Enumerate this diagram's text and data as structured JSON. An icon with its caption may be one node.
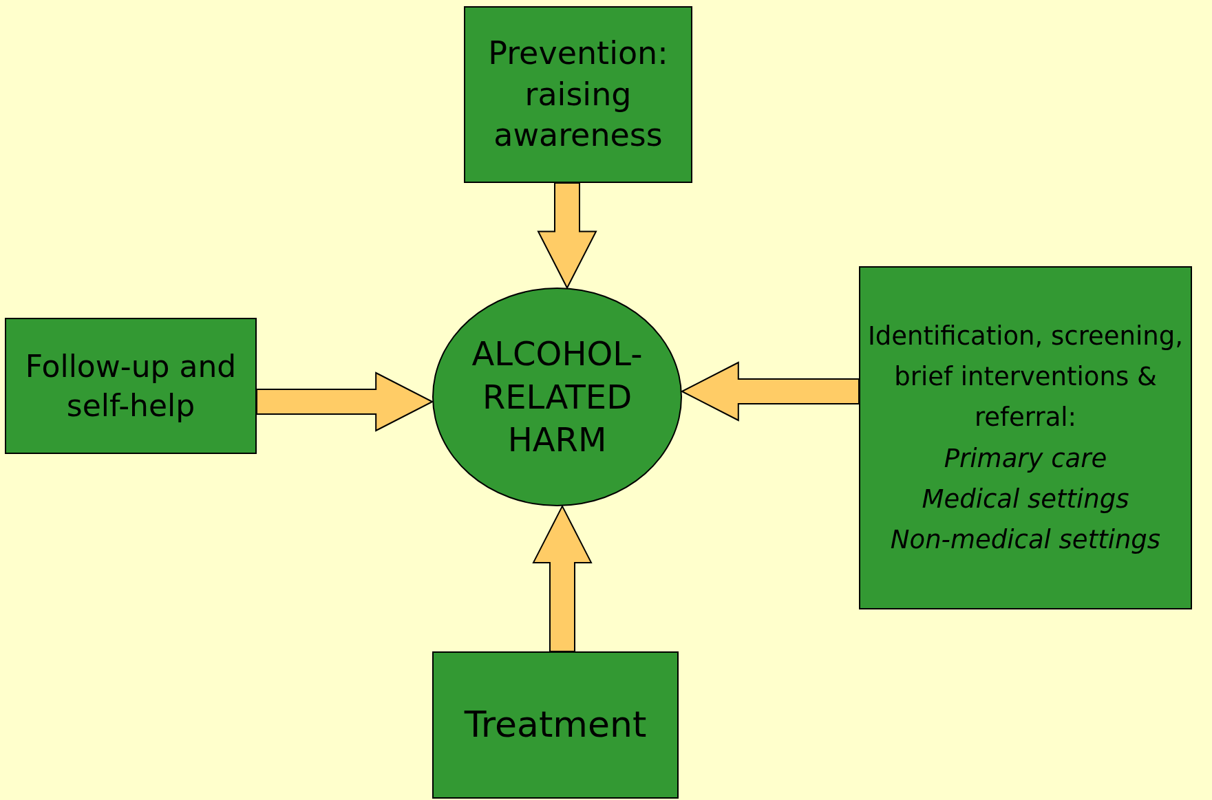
{
  "diagram": {
    "nodes": [
      {
        "text": [
          "Prevention: raising awareness"
        ]
      },
      {
        "text": [
          "Follow-up and self-help"
        ]
      },
      {
        "text": [
          "ALCOHOL-RELATED HARM"
        ]
      },
      {
        "text": [
          "Identification, screening, brief interventions & referral:",
          "Primary care",
          "Medical settings",
          "Non-medical settings"
        ]
      },
      {
        "text": [
          "Treatment"
        ]
      }
    ],
    "edges": [
      {
        "from": 0,
        "to": 2,
        "arrow": "to"
      },
      {
        "from": 1,
        "to": 2,
        "arrow": "to"
      },
      {
        "from": 3,
        "to": 2,
        "arrow": "to"
      },
      {
        "from": 4,
        "to": 2,
        "arrow": "to"
      }
    ]
  }
}
